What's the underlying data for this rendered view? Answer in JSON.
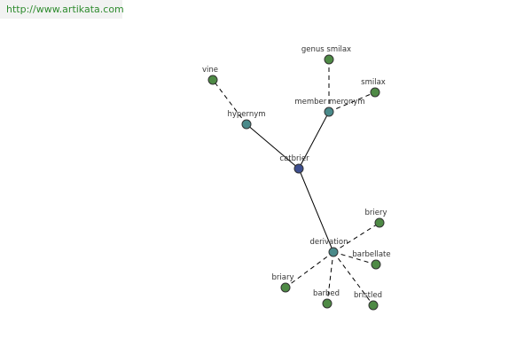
{
  "banner": {
    "url": "http://www.artikata.com"
  },
  "colors": {
    "root": "#3e4f8f",
    "relation": "#4a8a8a",
    "leaf": "#4e8a45"
  },
  "graph": {
    "nodes": [
      {
        "id": "catbrier",
        "label": "catbrier",
        "kind": "root"
      },
      {
        "id": "hypernym",
        "label": "hypernym",
        "kind": "relation"
      },
      {
        "id": "member_meronym",
        "label": "member meronym",
        "kind": "relation"
      },
      {
        "id": "derivation",
        "label": "derivation",
        "kind": "relation"
      },
      {
        "id": "vine",
        "label": "vine",
        "kind": "leaf"
      },
      {
        "id": "genus_smilax",
        "label": "genus smilax",
        "kind": "leaf"
      },
      {
        "id": "smilax",
        "label": "smilax",
        "kind": "leaf"
      },
      {
        "id": "briery",
        "label": "briery",
        "kind": "leaf"
      },
      {
        "id": "barbellate",
        "label": "barbellate",
        "kind": "leaf"
      },
      {
        "id": "briary",
        "label": "briary",
        "kind": "leaf"
      },
      {
        "id": "barbed",
        "label": "barbed",
        "kind": "leaf"
      },
      {
        "id": "bristled",
        "label": "bristled",
        "kind": "leaf"
      }
    ],
    "edges": [
      {
        "from": "catbrier",
        "to": "hypernym",
        "style": "solid"
      },
      {
        "from": "catbrier",
        "to": "member_meronym",
        "style": "solid"
      },
      {
        "from": "catbrier",
        "to": "derivation",
        "style": "solid"
      },
      {
        "from": "hypernym",
        "to": "vine",
        "style": "dashed"
      },
      {
        "from": "member_meronym",
        "to": "genus_smilax",
        "style": "dashed"
      },
      {
        "from": "member_meronym",
        "to": "smilax",
        "style": "dashed"
      },
      {
        "from": "derivation",
        "to": "briery",
        "style": "dashed"
      },
      {
        "from": "derivation",
        "to": "barbellate",
        "style": "dashed"
      },
      {
        "from": "derivation",
        "to": "briary",
        "style": "dashed"
      },
      {
        "from": "derivation",
        "to": "barbed",
        "style": "dashed"
      },
      {
        "from": "derivation",
        "to": "bristled",
        "style": "dashed"
      }
    ]
  }
}
